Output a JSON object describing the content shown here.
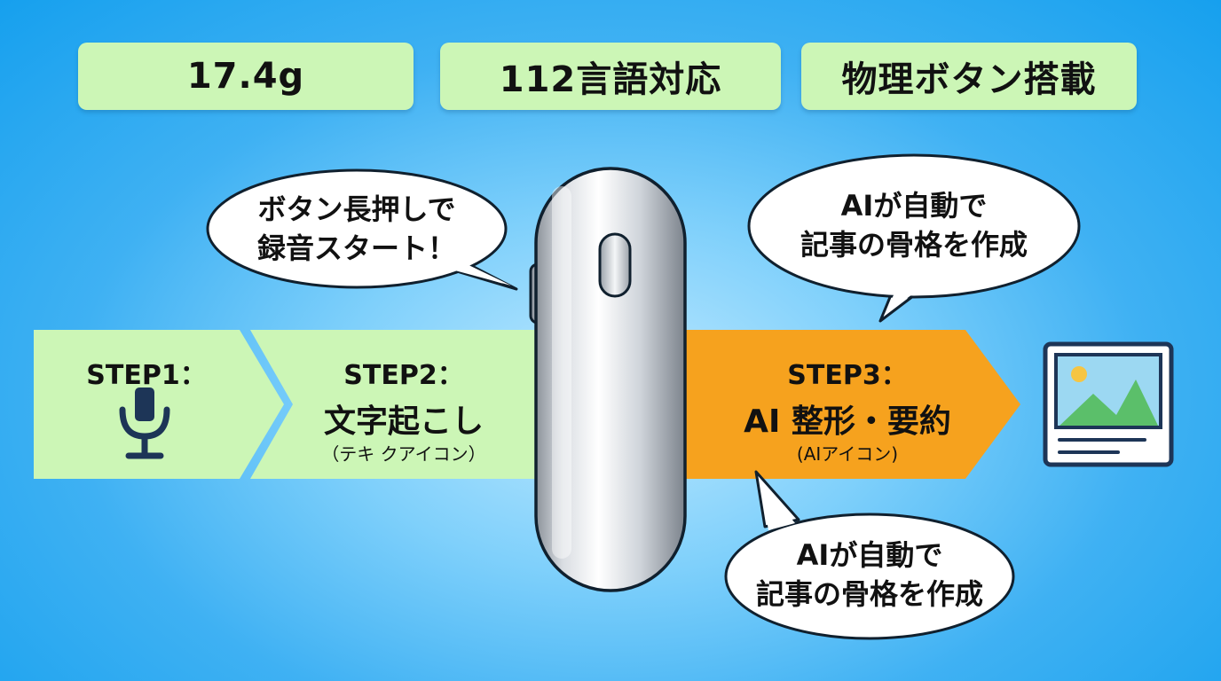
{
  "badges": [
    "17.4g",
    "112言語対応",
    "物理ボタン搭載"
  ],
  "bubbles": {
    "top_left": [
      "ボタン長押しで",
      "録音スタート！"
    ],
    "top_right": [
      "AIが自動で",
      "記事の骨格を作成"
    ],
    "bottom_right": [
      "AIが自動で",
      "記事の骨格を作成"
    ]
  },
  "steps": [
    {
      "title": "STEP1：",
      "icon": "microphone-icon"
    },
    {
      "title": "STEP2：",
      "main": "文字起こし",
      "sub": "（テキ クアイコン）"
    },
    {
      "title": "STEP3：",
      "main": "AI 整形・要約",
      "sub": "(AIアイコン)"
    }
  ],
  "output_icon": "image-document-icon",
  "colors": {
    "badge": "#ccf6b6",
    "step_green": "#ccf6b6",
    "step_orange": "#f6a21e",
    "icon_navy": "#1d3557"
  }
}
